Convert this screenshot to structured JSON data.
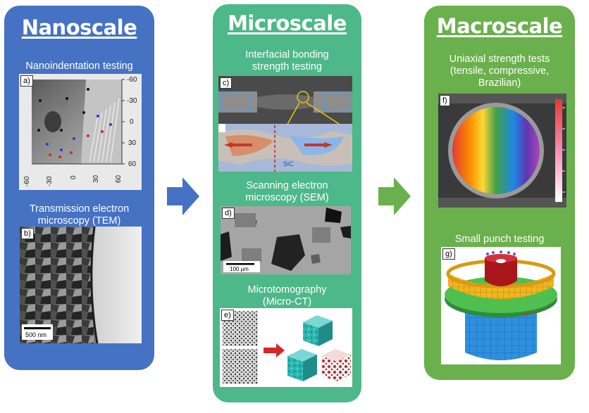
{
  "nanoscale": {
    "heading": "Nanoscale",
    "nanoindentation": {
      "caption": "Nanoindentation testing",
      "label": "a)",
      "right_ticks": [
        "-60",
        "-30",
        "0",
        "30",
        "60"
      ],
      "bottom_ticks": [
        "-60",
        "-30",
        "0",
        "30",
        "60"
      ]
    },
    "tem": {
      "caption_line1": "Transmission electron",
      "caption_line2": "microscopy (TEM)",
      "label": "b)",
      "scale_bar": "500 nm"
    }
  },
  "microscale": {
    "heading": "Microscale",
    "bonding": {
      "caption_line1": "Interfacial bonding",
      "caption_line2": "strength testing",
      "label": "c)",
      "inset_text": "SiC"
    },
    "sem": {
      "caption_line1": "Scanning electron",
      "caption_line2": "microscopy (SEM)",
      "label": "d)",
      "scale_bar": "100 µm"
    },
    "microct": {
      "caption_line1": "Microtomography",
      "caption_line2": "(Micro-CT)",
      "label": "e)"
    }
  },
  "macroscale": {
    "heading": "Macroscale",
    "uniaxial": {
      "caption_line1": "Uniaxial strength tests",
      "caption_line2": "(tensile, compressive,",
      "caption_line3": "Brazilian)",
      "label": "f)"
    },
    "punch": {
      "caption": "Small punch testing",
      "label": "g)"
    }
  },
  "colors": {
    "nano_panel": "#4672c4",
    "micro_panel": "#4db889",
    "macro_panel": "#6ab04c",
    "arrow_blue": "#4472c4",
    "arrow_green": "#6ab04c"
  }
}
